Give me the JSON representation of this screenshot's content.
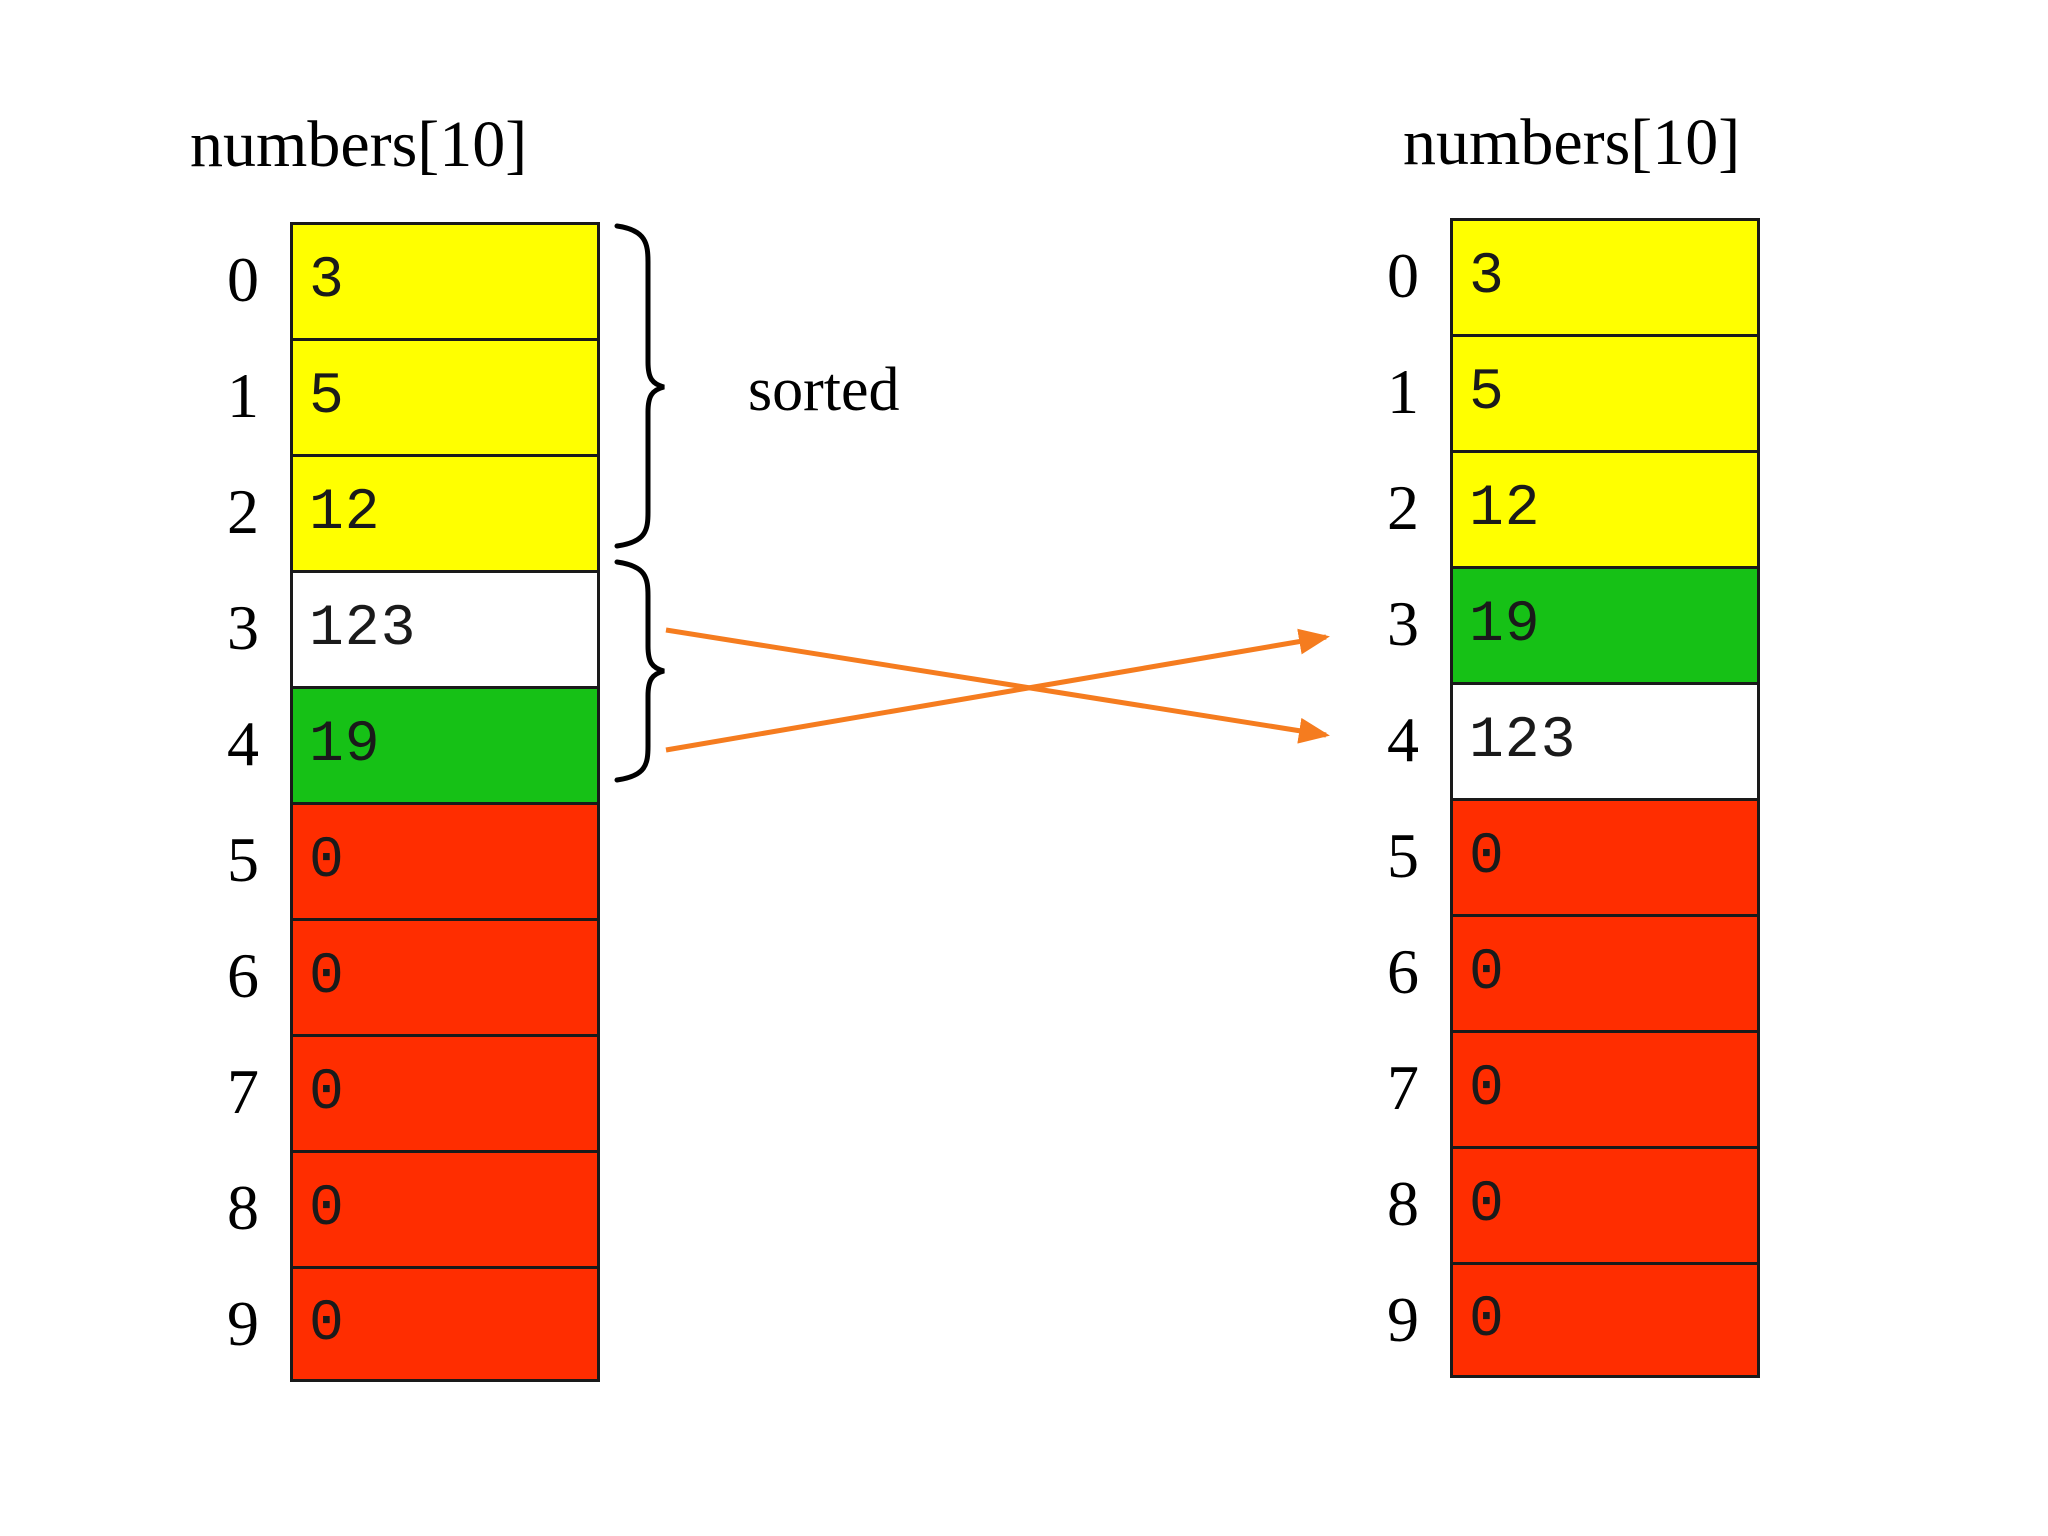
{
  "diagram": {
    "kind": "array-swap-illustration",
    "colors": {
      "sorted_fill": "#FFFF00",
      "unsorted_fill": "#FF2D00",
      "highlight_fill": "#16C116",
      "plain_fill": "#FFFFFF",
      "cell_border": "#1A1A1A",
      "arrow": "#F57C1F",
      "brace": "#000000",
      "background": "#FFFFFF"
    },
    "annotations": {
      "sorted_label": "sorted"
    }
  },
  "left_array": {
    "title": "numbers[10]",
    "indices": [
      "0",
      "1",
      "2",
      "3",
      "4",
      "5",
      "6",
      "7",
      "8",
      "9"
    ],
    "values": [
      "3",
      "5",
      "12",
      "123",
      "19",
      "0",
      "0",
      "0",
      "0",
      "0"
    ],
    "fills": [
      "#FFFF00",
      "#FFFF00",
      "#FFFF00",
      "#FFFFFF",
      "#16C116",
      "#FF2D00",
      "#FF2D00",
      "#FF2D00",
      "#FF2D00",
      "#FF2D00"
    ]
  },
  "right_array": {
    "title": "numbers[10]",
    "indices": [
      "0",
      "1",
      "2",
      "3",
      "4",
      "5",
      "6",
      "7",
      "8",
      "9"
    ],
    "values": [
      "3",
      "5",
      "12",
      "19",
      "123",
      "0",
      "0",
      "0",
      "0",
      "0"
    ],
    "fills": [
      "#FFFF00",
      "#FFFF00",
      "#FFFF00",
      "#16C116",
      "#FFFFFF",
      "#FF2D00",
      "#FF2D00",
      "#FF2D00",
      "#FF2D00",
      "#FF2D00"
    ]
  }
}
